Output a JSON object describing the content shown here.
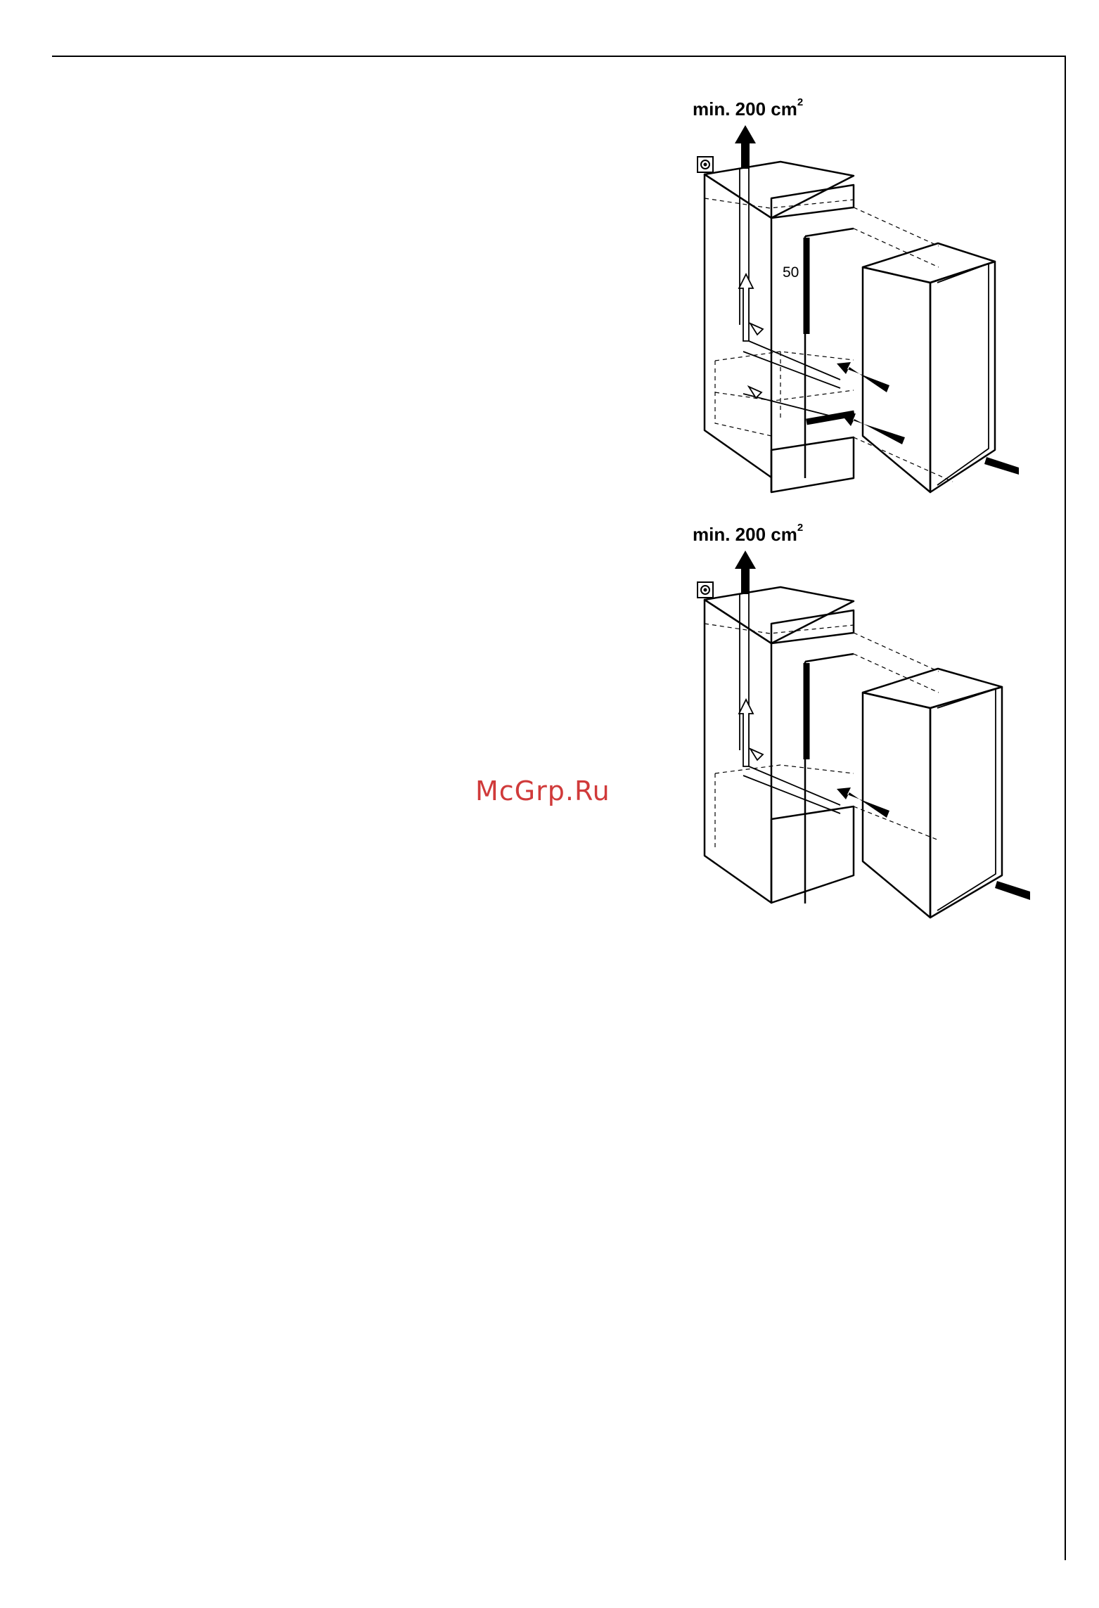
{
  "page": {
    "watermark": "McGrp.Ru"
  },
  "figures": [
    {
      "vent_label": "min. 200 cm",
      "vent_label_sup": "2",
      "dimension": "50",
      "icons": [
        "socket-icon",
        "up-arrow-icon",
        "air-flow-arrow-icon",
        "install-arrow-icon"
      ]
    },
    {
      "vent_label": "min. 200 cm",
      "vent_label_sup": "2",
      "icons": [
        "socket-icon",
        "up-arrow-icon",
        "air-flow-arrow-icon",
        "install-arrow-icon"
      ]
    }
  ],
  "colors": {
    "line": "#000000",
    "watermark": "#d03a3a",
    "background": "#ffffff"
  }
}
